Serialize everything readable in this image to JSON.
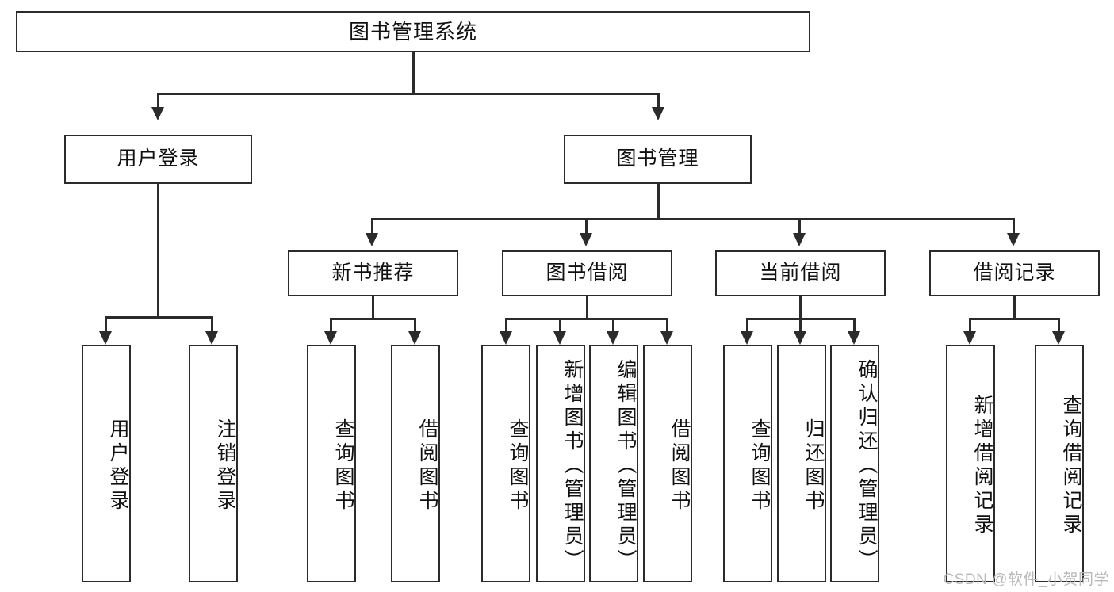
{
  "diagram": {
    "type": "tree-hierarchy-chart",
    "title": "图书管理系统",
    "watermark": "CSDN @软件_小贺同学",
    "colors": {
      "stroke": "#2b2b2b",
      "fill": "#ffffff",
      "text": "#111111",
      "watermark": "#b9b9b9"
    },
    "root": {
      "label": "图书管理系统"
    },
    "level2": [
      {
        "id": "user-login",
        "label": "用户登录"
      },
      {
        "id": "book-management",
        "label": "图书管理"
      }
    ],
    "level3": [
      {
        "id": "new-book-recommend",
        "label": "新书推荐"
      },
      {
        "id": "book-borrow",
        "label": "图书借阅"
      },
      {
        "id": "current-borrow",
        "label": "当前借阅"
      },
      {
        "id": "borrow-record",
        "label": "借阅记录"
      }
    ],
    "leaves": {
      "user_login": [
        {
          "id": "leaf-user-login",
          "label": "用户登录"
        },
        {
          "id": "leaf-logout-login",
          "label": "注销登录"
        }
      ],
      "new_book_recommend": [
        {
          "id": "leaf-query-book-1",
          "label": "查询图书"
        },
        {
          "id": "leaf-borrow-book-1",
          "label": "借阅图书"
        }
      ],
      "book_borrow": [
        {
          "id": "leaf-query-book-2",
          "label": "查询图书"
        },
        {
          "id": "leaf-add-book",
          "label": "新增图书（管理员）"
        },
        {
          "id": "leaf-edit-book",
          "label": "编辑图书（管理员）"
        },
        {
          "id": "leaf-borrow-book-2",
          "label": "借阅图书"
        }
      ],
      "current_borrow": [
        {
          "id": "leaf-query-book-3",
          "label": "查询图书"
        },
        {
          "id": "leaf-return-book",
          "label": "归还图书"
        },
        {
          "id": "leaf-confirm-return",
          "label": "确认归还（管理员）"
        }
      ],
      "borrow_record": [
        {
          "id": "leaf-add-record",
          "label": "新增借阅记录"
        },
        {
          "id": "leaf-query-record",
          "label": "查询借阅记录"
        }
      ]
    }
  }
}
